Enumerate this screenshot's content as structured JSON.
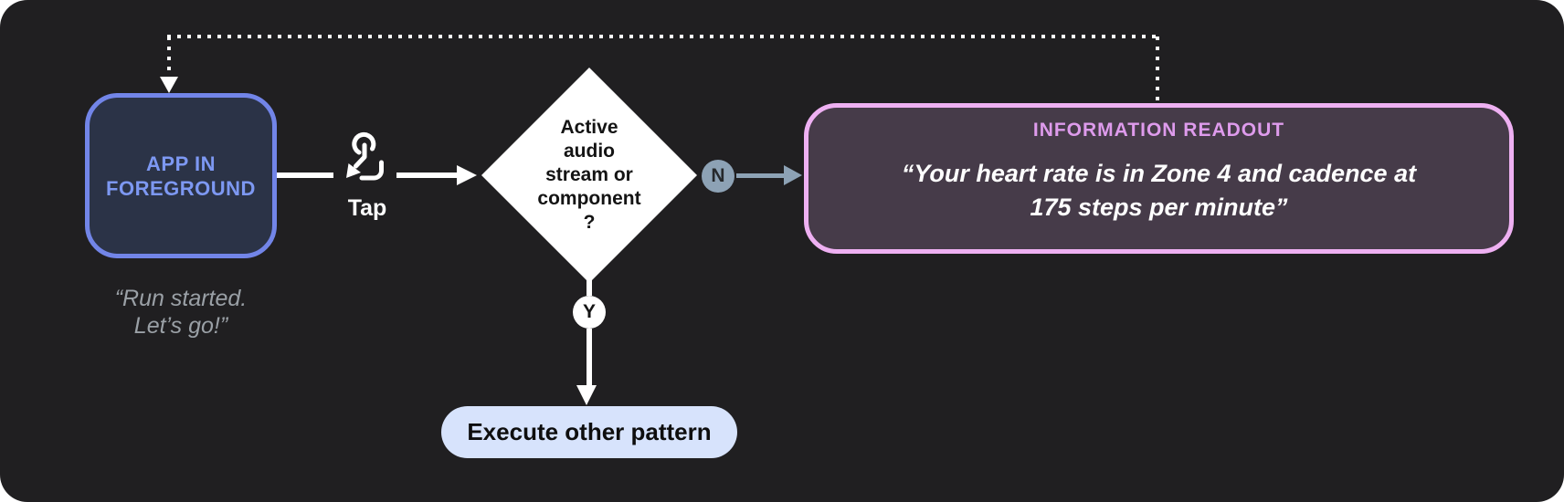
{
  "colors": {
    "canvas_bg": "#201f21",
    "blue_border": "#7285e8",
    "blue_fill": "#2b3347",
    "blue_text": "#7d98f2",
    "gray_text": "#9aa0a6",
    "slate": "#8da2b5",
    "purple_border": "#eeb0f2",
    "purple_fill": "#463b49",
    "purple_title": "#de9bec",
    "pill_bg": "#d7e3fc"
  },
  "nodes": {
    "app_in_foreground": {
      "label": "APP IN\nFOREGROUND",
      "quote": "“Run started.\nLet’s go!”"
    },
    "tap": {
      "label": "Tap",
      "icon": "tap-gesture-icon"
    },
    "decision": {
      "label": "Active\naudio\nstream or\ncomponent\n?"
    },
    "branch_no": {
      "label": "N"
    },
    "branch_yes": {
      "label": "Y"
    },
    "information_readout": {
      "title": "INFORMATION READOUT",
      "quote": "“Your heart rate is in Zone 4 and cadence at\n175 steps per minute”"
    },
    "execute_other_pattern": {
      "label": "Execute other pattern"
    }
  }
}
